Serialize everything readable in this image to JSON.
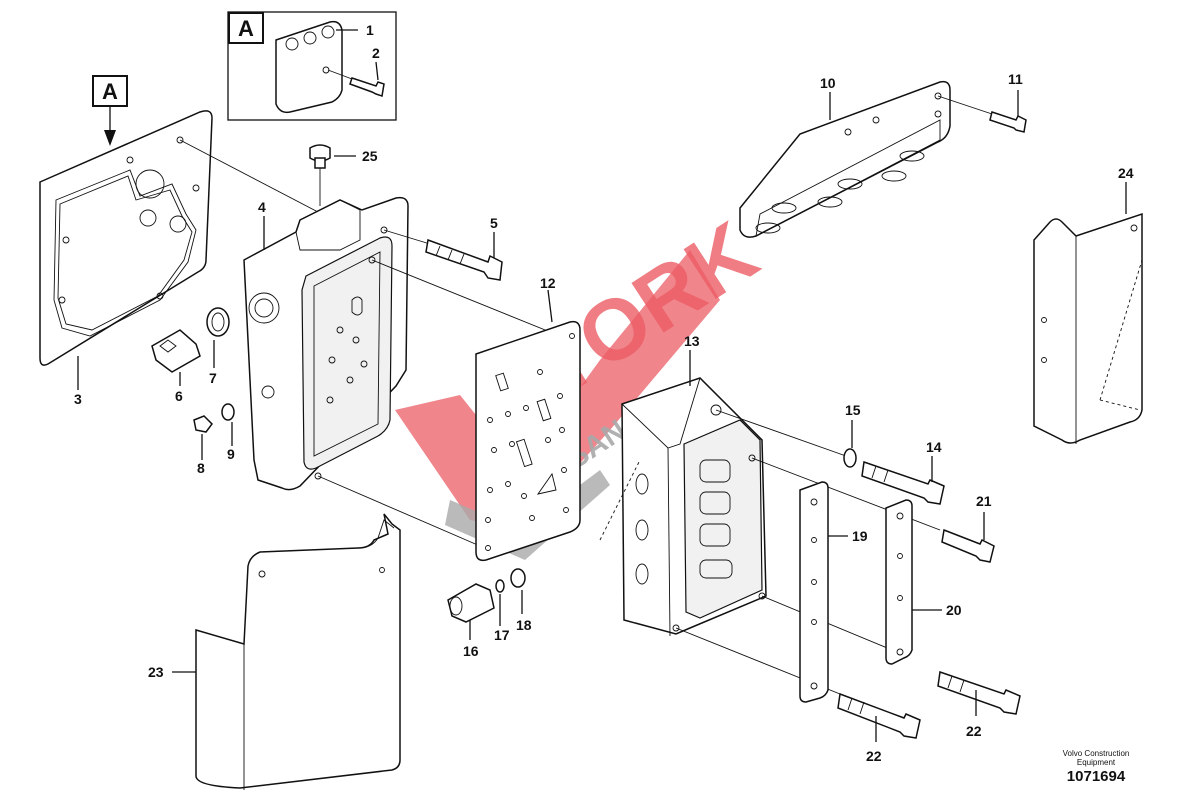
{
  "detail_label": "A",
  "view_label": "A",
  "callouts": [
    "1",
    "2",
    "3",
    "4",
    "5",
    "6",
    "7",
    "8",
    "9",
    "10",
    "11",
    "12",
    "13",
    "14",
    "15",
    "16",
    "17",
    "18",
    "19",
    "20",
    "21",
    "22",
    "22",
    "23",
    "24",
    "25"
  ],
  "footer": {
    "brand_line1": "Volvo Construction",
    "brand_line2": "Equipment",
    "drawing_number": "1071694"
  },
  "watermark": {
    "main": "TORK",
    "sub": "SANAYI"
  },
  "colors": {
    "watermark_red": "#e8404a",
    "watermark_grey": "#9a9a9a",
    "ink": "#111111"
  }
}
